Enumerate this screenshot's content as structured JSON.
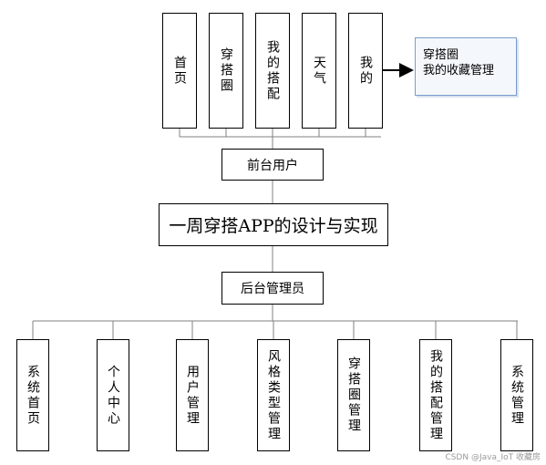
{
  "front_modules": [
    {
      "name": "front-module-home",
      "label": "首页"
    },
    {
      "name": "front-module-outfit-circle",
      "label": "穿搭圈"
    },
    {
      "name": "front-module-my-outfits",
      "label": "我的搭配"
    },
    {
      "name": "front-module-weather",
      "label": "天气"
    },
    {
      "name": "front-module-mine",
      "label": "我的"
    }
  ],
  "mine_detail": {
    "line1": "穿搭圈",
    "line2": "我的收藏管理"
  },
  "front_user": "前台用户",
  "system_title": "一周穿搭APP的设计与实现",
  "admin": "后台管理员",
  "back_modules": [
    {
      "name": "back-module-system-home",
      "label": "系统首页"
    },
    {
      "name": "back-module-personal-center",
      "label": "个人中心"
    },
    {
      "name": "back-module-user-management",
      "label": "用户管理"
    },
    {
      "name": "back-module-style-type-management",
      "label": "风格类型管理"
    },
    {
      "name": "back-module-outfit-circle-management",
      "label": "穿搭圈管理"
    },
    {
      "name": "back-module-my-outfits-management",
      "label": "我的搭配管理"
    },
    {
      "name": "back-module-system-management",
      "label": "系统管理"
    }
  ],
  "watermark": "CSDN @Java_IoT 收藏房"
}
